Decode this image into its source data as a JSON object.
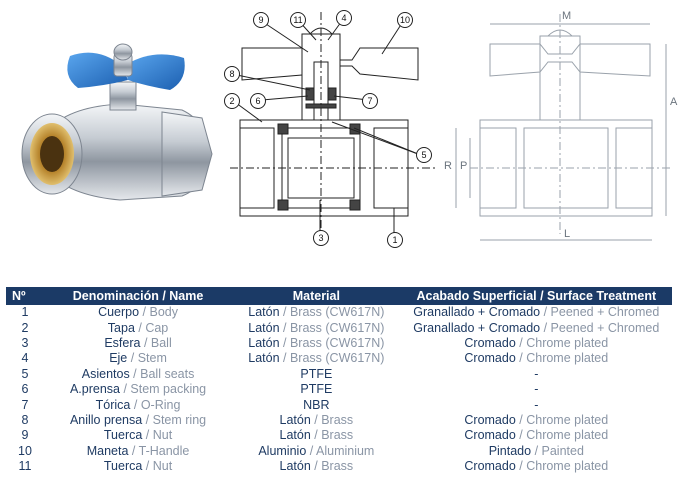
{
  "header": {
    "no": "Nº",
    "name": "Denominación / Name",
    "material": "Material",
    "finish": "Acabado Superficial / Surface Treatment"
  },
  "rows": [
    {
      "no": "1",
      "name_es": "Cuerpo",
      "name_en": "Body",
      "mat_es": "Latón",
      "mat_en": "Brass (CW617N)",
      "fin_es": "Granallado + Cromado",
      "fin_en": "Peened + Chromed"
    },
    {
      "no": "2",
      "name_es": "Tapa",
      "name_en": "Cap",
      "mat_es": "Latón",
      "mat_en": "Brass (CW617N)",
      "fin_es": "Granallado + Cromado",
      "fin_en": "Peened + Chromed"
    },
    {
      "no": "3",
      "name_es": "Esfera",
      "name_en": "Ball",
      "mat_es": "Latón",
      "mat_en": "Brass (CW617N)",
      "fin_es": "Cromado",
      "fin_en": "Chrome plated"
    },
    {
      "no": "4",
      "name_es": "Eje",
      "name_en": "Stem",
      "mat_es": "Latón",
      "mat_en": "Brass (CW617N)",
      "fin_es": "Cromado",
      "fin_en": "Chrome plated"
    },
    {
      "no": "5",
      "name_es": "Asientos",
      "name_en": "Ball seats",
      "mat_single": "PTFE",
      "fin_single": "-"
    },
    {
      "no": "6",
      "name_es": "A.prensa",
      "name_en": "Stem packing",
      "mat_single": "PTFE",
      "fin_single": "-"
    },
    {
      "no": "7",
      "name_es": "Tórica",
      "name_en": "O-Ring",
      "mat_single": "NBR",
      "fin_single": "-"
    },
    {
      "no": "8",
      "name_es": "Anillo prensa",
      "name_en": "Stem ring",
      "mat_es": "Latón",
      "mat_en": "Brass",
      "fin_es": "Cromado",
      "fin_en": "Chrome plated"
    },
    {
      "no": "9",
      "name_es": "Tuerca",
      "name_en": "Nut",
      "mat_es": "Latón",
      "mat_en": "Brass",
      "fin_es": "Cromado",
      "fin_en": "Chrome plated"
    },
    {
      "no": "10",
      "name_es": "Maneta",
      "name_en": "T-Handle",
      "mat_es": "Aluminio",
      "mat_en": "Aluminium",
      "fin_es": "Pintado",
      "fin_en": "Painted"
    },
    {
      "no": "11",
      "name_es": "Tuerca",
      "name_en": "Nut",
      "mat_es": "Latón",
      "mat_en": "Brass",
      "fin_es": "Cromado",
      "fin_en": "Chrome plated"
    }
  ],
  "drawing": {
    "callouts": [
      "9",
      "11",
      "4",
      "10",
      "8",
      "2",
      "6",
      "5",
      "7",
      "3",
      "1"
    ],
    "dimensions": [
      "M",
      "A",
      "R",
      "P",
      "L"
    ]
  },
  "colors": {
    "header_bg": "#1b3a66",
    "text": "#1f3b63",
    "english_text": "#8a95a5",
    "handle_blue": "#2f7fd4",
    "brass": "#c9a24a",
    "chrome": "#d9dde2"
  },
  "icons": {
    "photo": "ball-valve-photo",
    "section": "cross-section-drawing",
    "dimensions": "dimension-drawing"
  }
}
